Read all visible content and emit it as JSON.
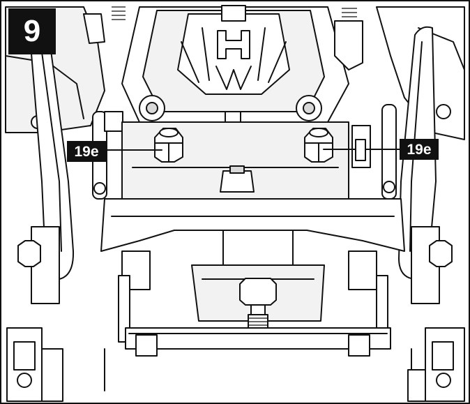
{
  "figure": {
    "step_number": "9",
    "callouts": [
      {
        "id": "left",
        "label": "19e"
      },
      {
        "id": "right",
        "label": "19e"
      }
    ],
    "colors": {
      "ink": "#111111",
      "paper": "#ffffff",
      "label_bg": "#111111",
      "label_text": "#ffffff"
    }
  }
}
